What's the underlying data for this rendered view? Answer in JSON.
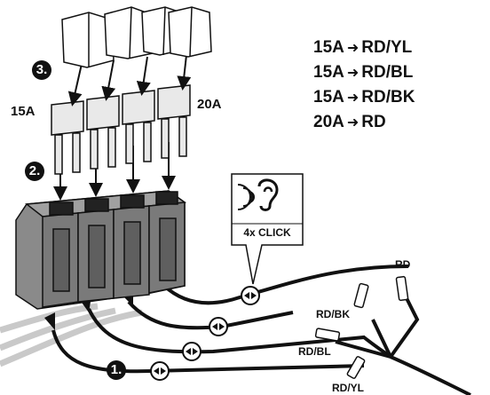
{
  "legend": [
    {
      "rating": "15A",
      "arrow": "➜",
      "wire": "RD/YL"
    },
    {
      "rating": "15A",
      "arrow": "➜",
      "wire": "RD/BL"
    },
    {
      "rating": "15A",
      "arrow": "➜",
      "wire": "RD/BK"
    },
    {
      "rating": "20A",
      "arrow": "➜",
      "wire": "RD"
    }
  ],
  "fuse_labels": {
    "left": "15A",
    "right": "20A"
  },
  "steps": {
    "one": "1.",
    "two": "2.",
    "three": "3."
  },
  "callout": {
    "text": "4x CLICK",
    "icon": "ear-sound-icon"
  },
  "wires": {
    "rd": "RD",
    "rd_bk": "RD/BK",
    "rd_bl": "RD/BL",
    "rd_yl": "RD/YL"
  },
  "colors": {
    "ink": "#111111",
    "body_gray": "#8a8a8a",
    "loom_gray": "#c8c8c8",
    "cap_white": "#ffffff"
  }
}
